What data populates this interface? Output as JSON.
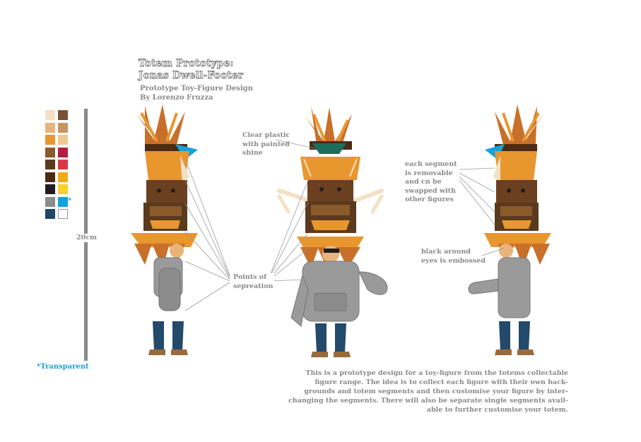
{
  "header": {
    "title_line1": "Totem Prototype:",
    "title_line2": "Jonas Dwell-Footer",
    "subtitle_line1": "Prototype Toy-Figure Design",
    "subtitle_line2": "By Lorenzo Fruzza"
  },
  "palette": {
    "colors": [
      "#f3e1c4",
      "#7b5236",
      "#e8b47a",
      "#c8955e",
      "#e8962e",
      "#efc98f",
      "#8a5a2a",
      "#b2203e",
      "#5a3a1e",
      "#d93a4a",
      "#4a2c16",
      "#f1a91c",
      "#1e1e1e",
      "#f6d22a",
      "#8c8c8c",
      "#13a3dc",
      "#1f4766",
      "#ffffff"
    ],
    "transparent_marker": "*",
    "transparent_note": "*Transparent"
  },
  "scale": {
    "label": "20cm"
  },
  "annotations": {
    "clear_plastic": [
      "Clear plastic",
      "with painted",
      "shine"
    ],
    "points_of_separation": [
      "Points of",
      "sepreation"
    ],
    "removable": [
      "each segment",
      "is removable",
      "and cn be",
      "swapped with",
      "other figures"
    ],
    "embossed": [
      "black around",
      "eyes is embossed"
    ]
  },
  "description": [
    "This is a prototype design for a toy-figure from the totems collectable",
    "figure range. The idea is to collect each figure with their own back-",
    "grounds and totem segments and then customise your figure by inter-",
    "changing the segments. There will also be separate single segments avail-",
    "able to further customise your totem."
  ],
  "figures": [
    "left-side-view",
    "front-view",
    "right-side-view"
  ]
}
